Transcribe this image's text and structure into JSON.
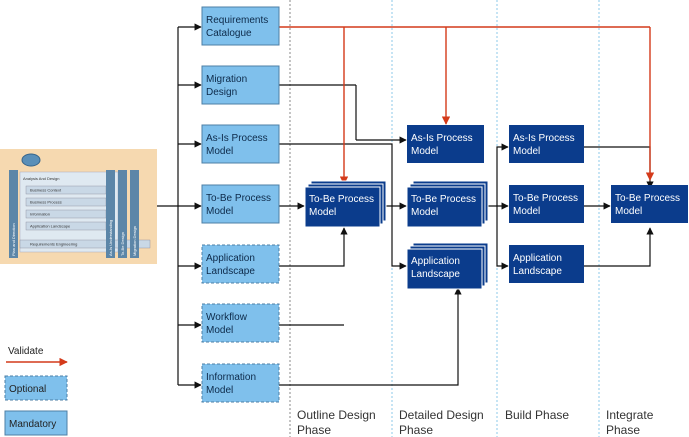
{
  "thumbnail": {
    "title": "Analysis And Design",
    "items": [
      "Business Context",
      "Business Process",
      "Information",
      "Application Landscape"
    ],
    "footer": "Requirements Engineering",
    "left_vertical": "Plan and Direction",
    "right_verticals": [
      "As-Is Understanding",
      "To-Be Design",
      "Migration Design"
    ]
  },
  "inputs": {
    "requirements_catalogue": [
      "Requirements",
      "Catalogue"
    ],
    "migration_design": [
      "Migration",
      "Design"
    ],
    "asis_process_model": [
      "As-Is Process",
      "Model"
    ],
    "tobe_process_model": [
      "To-Be Process",
      "Model"
    ],
    "application_landscape": [
      "Application",
      "Landscape"
    ],
    "workflow_model": [
      "Workflow",
      "Model"
    ],
    "information_model": [
      "Information",
      "Model"
    ]
  },
  "outline": {
    "tobe": [
      "To-Be Process",
      "Model"
    ]
  },
  "detailed": {
    "asis": [
      "As-Is Process",
      "Model"
    ],
    "tobe": [
      "To-Be Process",
      "Model"
    ],
    "app": [
      "Application",
      "Landscape"
    ]
  },
  "build": {
    "asis": [
      "As-Is Process",
      "Model"
    ],
    "tobe": [
      "To-Be Process",
      "Model"
    ],
    "app": [
      "Application",
      "Landscape"
    ]
  },
  "integrate": {
    "tobe": [
      "To-Be Process",
      "Model"
    ]
  },
  "phases": {
    "outline": [
      "Outline Design",
      "Phase"
    ],
    "detailed": [
      "Detailed Design",
      "Phase"
    ],
    "build": [
      "Build Phase"
    ],
    "integrate": [
      "Integrate",
      "Phase"
    ]
  },
  "legend": {
    "validate": "Validate",
    "optional": "Optional",
    "mandatory": "Mandatory"
  },
  "colors": {
    "light_box": "#7fc0ec",
    "dark_box": "#0b3c8c",
    "validate_arrow": "#d43a1a",
    "connector": "#111111",
    "thumbnail_bg": "#f6d9b0"
  }
}
